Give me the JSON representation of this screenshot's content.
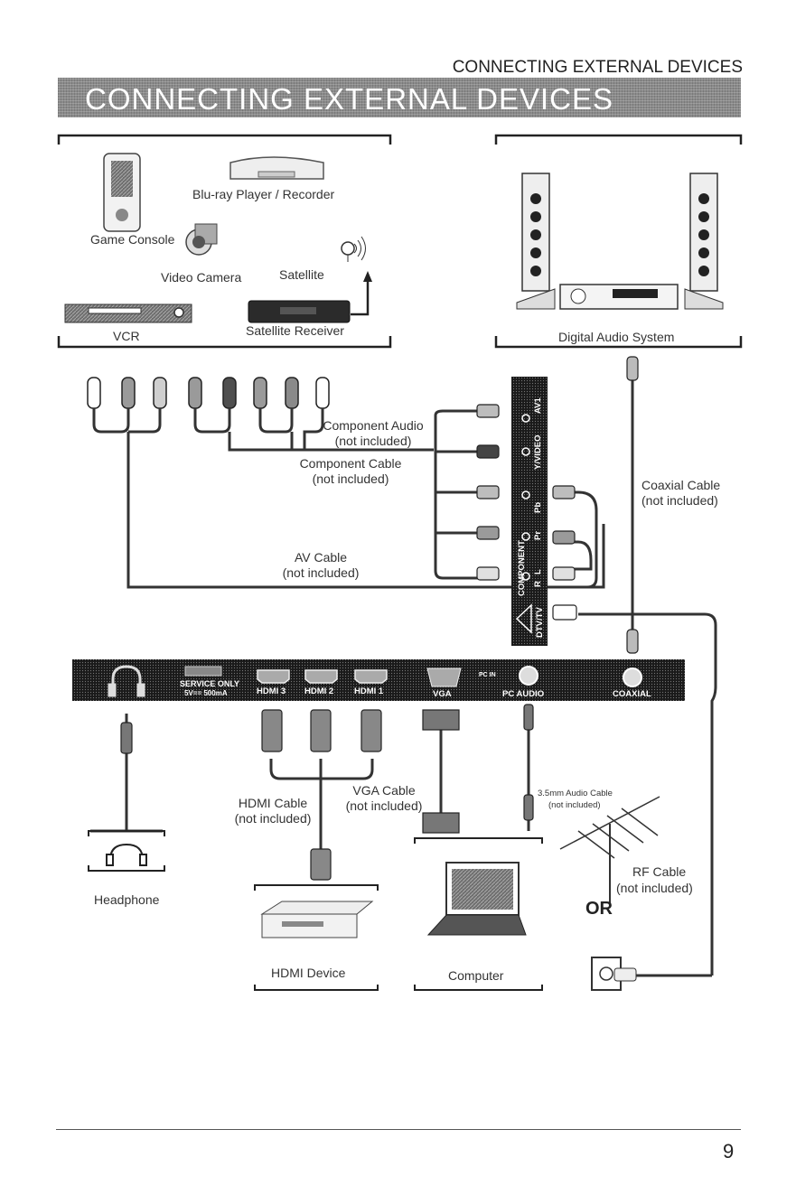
{
  "header": {
    "running_title": "CONNECTING EXTERNAL DEVICES",
    "banner_title": "CONNECTING EXTERNAL DEVICES"
  },
  "sources": {
    "game_console": "Game Console",
    "bluray": "Blu-ray Player / Recorder",
    "video_camera": "Video Camera",
    "satellite": "Satellite",
    "vcr": "VCR",
    "satellite_receiver": "Satellite Receiver",
    "digital_audio": "Digital Audio System"
  },
  "cables": {
    "component_audio": "Component Audio",
    "component_audio_note": "(not included)",
    "component_cable": "Component Cable",
    "component_cable_note": "(not included)",
    "av_cable": "AV Cable",
    "av_cable_note": "(not included)",
    "coaxial_cable": "Coaxial Cable",
    "coaxial_cable_note": "(not included)",
    "hdmi_cable": "HDMI Cable",
    "hdmi_cable_note": "(not included)",
    "vga_cable": "VGA Cable",
    "vga_cable_note": "(not included)",
    "audio_cable": "3.5mm Audio Cable",
    "audio_cable_note": "(not included)",
    "rf_cable": "RF Cable",
    "rf_cable_note": "(not included)",
    "or": "OR"
  },
  "side_panel": {
    "labels": [
      "AV1",
      "Y/VIDEO",
      "Pb",
      "Pr",
      "COMPONENT",
      "L",
      "R",
      "DTV/TV"
    ]
  },
  "rear_panel": {
    "service": "SERVICE ONLY",
    "service_spec": "5V== 500mA",
    "hdmi3": "HDMI 3",
    "hdmi2": "HDMI 2",
    "hdmi1": "HDMI 1",
    "vga": "VGA",
    "pc_in": "PC IN",
    "pc_audio": "PC AUDIO",
    "coaxial": "COAXIAL"
  },
  "devices": {
    "headphone": "Headphone",
    "hdmi_device": "HDMI Device",
    "computer": "Computer"
  },
  "footer": {
    "page_number": "9"
  },
  "colors": {
    "banner": "#8a8a8a",
    "panel": "#1c1c1c",
    "cable": "#333333",
    "white_plug": "#e8e8e8",
    "red_plug": "#7a7a7a"
  }
}
